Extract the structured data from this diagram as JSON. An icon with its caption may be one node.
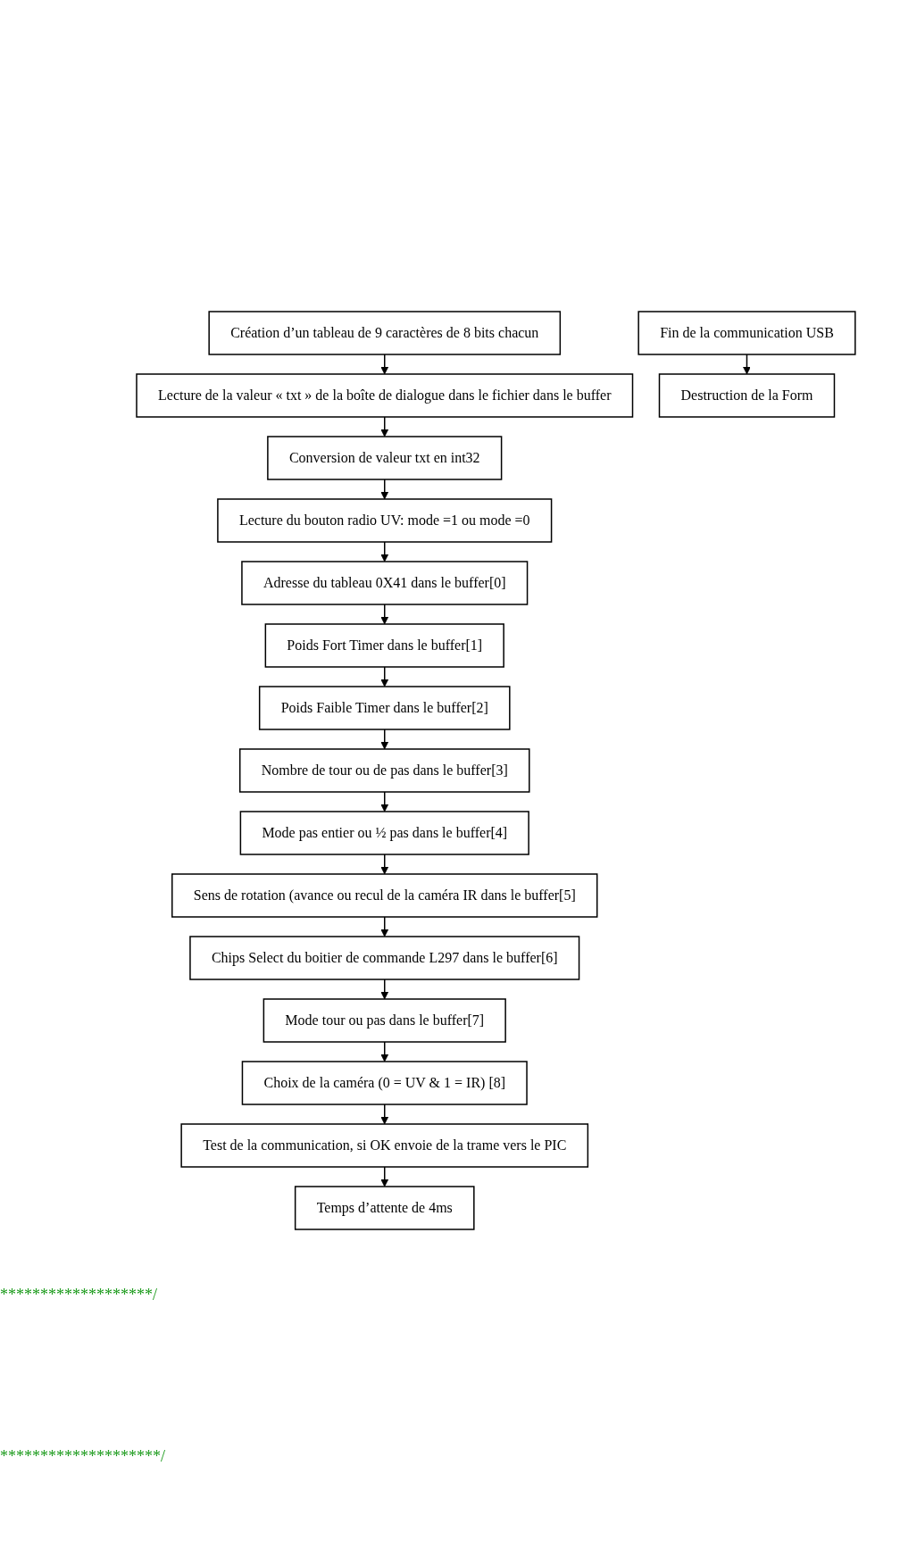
{
  "diagram": {
    "nodes": [
      {
        "text": [
          "Création d’un tableau de 9 caractères de 8 bits chacun"
        ]
      },
      {
        "text": [
          "Lecture de la valeur « txt » de la boîte de dialogue dans le fichier dans le buffer"
        ]
      },
      {
        "text": [
          "Conversion de valeur txt en int32"
        ]
      },
      {
        "text": [
          "Lecture du bouton radio UV: mode =1 ou mode =0"
        ]
      },
      {
        "text": [
          "Adresse du tableau 0X41 dans le buffer[0]"
        ]
      },
      {
        "text": [
          "Poids Fort Timer dans le buffer[1]"
        ]
      },
      {
        "text": [
          "Poids Faible Timer dans le buffer[2]"
        ]
      },
      {
        "text": [
          "Nombre de tour ou de pas dans le buffer[3]"
        ]
      },
      {
        "text": [
          "Mode pas entier ou ½ pas dans le buffer[4]"
        ]
      },
      {
        "text": [
          "Sens de rotation (avance ou recul de la caméra IR dans le buffer[5]"
        ]
      },
      {
        "text": [
          "Chips Select du boitier de commande L297 dans le buffer[6]"
        ]
      },
      {
        "text": [
          "Mode tour ou pas dans le buffer[7]"
        ]
      },
      {
        "text": [
          "Choix de la caméra (0 = UV & 1 = IR) [8]"
        ]
      },
      {
        "text": [
          "Test de la communication, si OK envoie de la trame vers le PIC"
        ]
      },
      {
        "text": [
          "Temps d’attente de 4ms"
        ]
      },
      {
        "text": [
          "Fin de la communication USB"
        ]
      },
      {
        "text": [
          "Destruction de la Form"
        ]
      }
    ],
    "edges": [
      {
        "from": 0,
        "to": 1,
        "arrow": "to"
      },
      {
        "from": 1,
        "to": 2,
        "arrow": "to"
      },
      {
        "from": 2,
        "to": 3,
        "arrow": "to"
      },
      {
        "from": 3,
        "to": 4,
        "arrow": "to"
      },
      {
        "from": 4,
        "to": 5,
        "arrow": "to"
      },
      {
        "from": 5,
        "to": 6,
        "arrow": "to"
      },
      {
        "from": 6,
        "to": 7,
        "arrow": "to"
      },
      {
        "from": 7,
        "to": 8,
        "arrow": "to"
      },
      {
        "from": 8,
        "to": 9,
        "arrow": "to"
      },
      {
        "from": 9,
        "to": 10,
        "arrow": "to"
      },
      {
        "from": 10,
        "to": 11,
        "arrow": "to"
      },
      {
        "from": 11,
        "to": 12,
        "arrow": "to"
      },
      {
        "from": 12,
        "to": 13,
        "arrow": "to"
      },
      {
        "from": 13,
        "to": 14,
        "arrow": "to"
      },
      {
        "from": 15,
        "to": 16,
        "arrow": "to"
      }
    ],
    "labels": [
      "*******************/",
      "********************/"
    ]
  }
}
